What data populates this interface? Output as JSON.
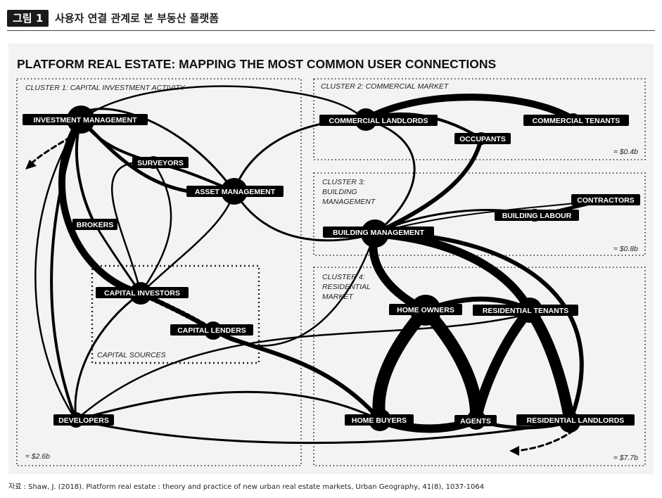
{
  "figure": {
    "tag": "그림 1",
    "caption": "사용자 연결 관계로 본 부동산 플랫폼",
    "source": "자료 : Shaw, J. (2018). Platform real estate : theory and practice of new urban real estate markets, Urban Geography, 41(8), 1037-1064"
  },
  "diagram": {
    "title": "PLATFORM REAL ESTATE: MAPPING THE MOST COMMON USER CONNECTIONS",
    "clusters": [
      {
        "id": "c1",
        "lines": [
          "CLUSTER 1: CAPITAL INVESTMENT ACTIVITY"
        ],
        "value": "≈ $2.6b"
      },
      {
        "id": "c2",
        "lines": [
          "CLUSTER 2: COMMERCIAL MARKET"
        ],
        "value": "≈ $0.4b"
      },
      {
        "id": "c3",
        "lines": [
          "CLUSTER 3:",
          "BUILDING",
          "MANAGEMENT"
        ],
        "value": "≈ $0.8b"
      },
      {
        "id": "c4",
        "lines": [
          "CLUSTER 4:",
          "RESIDENTIAL",
          "MARKET"
        ],
        "value": "≈ $7.7b"
      }
    ],
    "capital_sources_label": "CAPITAL SOURCES",
    "nodes": {
      "im": "INVESTMENT MANAGEMENT",
      "sv": "SURVEYORS",
      "am": "ASSET MANAGEMENT",
      "br": "BROKERS",
      "ci": "CAPITAL INVESTORS",
      "cl": "CAPITAL LENDERS",
      "dv": "DEVELOPERS",
      "cml": "COMMERCIAL LANDLORDS",
      "occ": "OCCUPANTS",
      "ct": "COMMERCIAL TENANTS",
      "con": "CONTRACTORS",
      "bl": "BUILDING LABOUR",
      "bm": "BUILDING MANAGEMENT",
      "ho": "HOME OWNERS",
      "rt": "RESIDENTIAL TENANTS",
      "hb": "HOME BUYERS",
      "ag": "AGENTS",
      "rl": "RESIDENTIAL LANDLORDS"
    }
  }
}
